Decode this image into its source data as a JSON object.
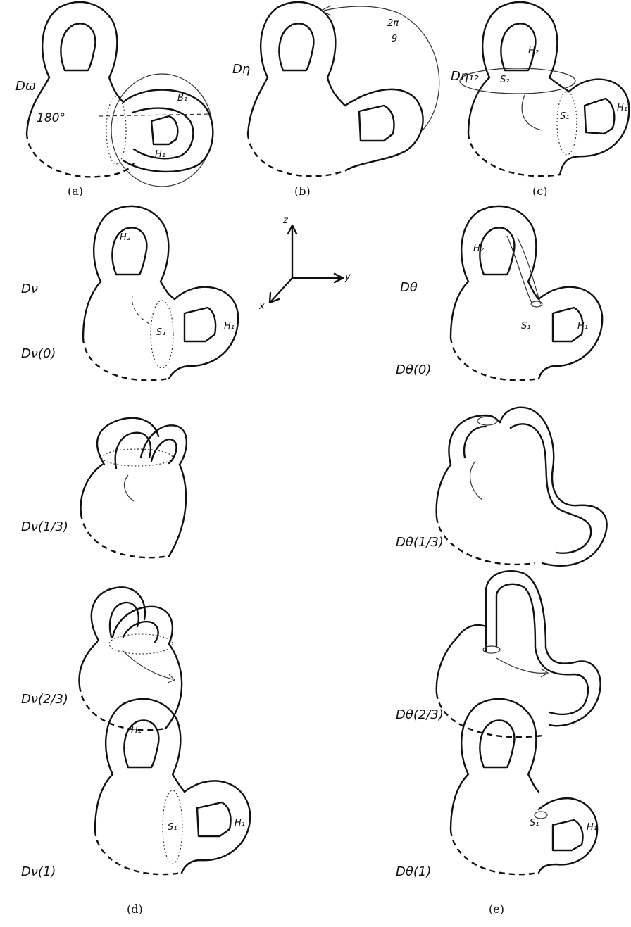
{
  "panels": {
    "a": {
      "caption": "(a)",
      "label": "Dω",
      "annotations": [
        "180°",
        "B₁",
        "H₁"
      ]
    },
    "b": {
      "caption": "(b)",
      "label": "Dη",
      "annotations": [
        "2π",
        "9"
      ]
    },
    "c": {
      "caption": "(c)",
      "label": "Dη₁₂",
      "annotations": [
        "H₂",
        "S₂",
        "S₁",
        "H₁"
      ]
    },
    "d": {
      "caption": "(d)",
      "labels": [
        "Dν",
        "Dν(0)",
        "Dν(1/3)",
        "Dν(2/3)",
        "Dν(1)"
      ],
      "annotations": [
        "H₂",
        "S₁",
        "H₁",
        "H₂",
        "S₁",
        "H₁"
      ]
    },
    "e": {
      "caption": "(e)",
      "labels": [
        "Dθ",
        "Dθ(0)",
        "Dθ(1/3)",
        "Dθ(2/3)",
        "Dθ(1)"
      ],
      "annotations": [
        "H₂",
        "S₁",
        "H₁",
        "S₁",
        "H₁"
      ]
    }
  },
  "axes": {
    "z": "z",
    "y": "y",
    "x": "x"
  }
}
